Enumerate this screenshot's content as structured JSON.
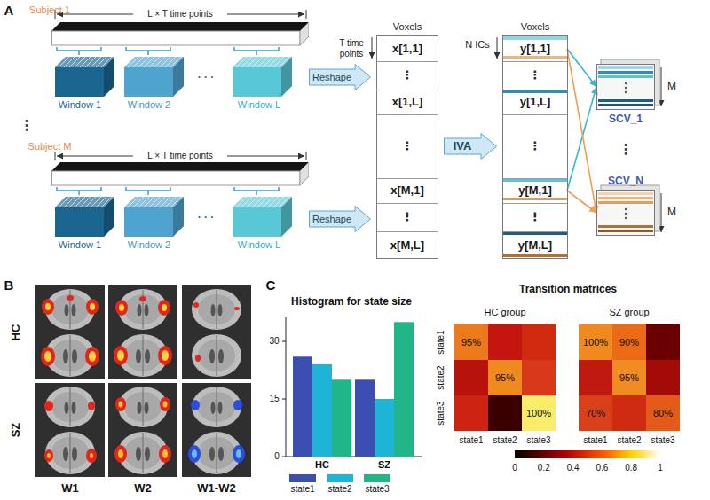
{
  "diagram": {
    "nodes": [
      {
        "text": [
          "Reshape"
        ]
      },
      {
        "text": [
          "Reshape"
        ]
      },
      {
        "text": [
          "Voxels"
        ]
      },
      {
        "text": [
          "x[1,1]"
        ],
        "in": 2
      },
      {
        "text": [
          "⋮"
        ],
        "in": 2
      },
      {
        "text": [
          "x[1,L]"
        ],
        "in": 2
      },
      {
        "text": [
          "⋮"
        ],
        "in": 2
      },
      {
        "text": [
          "x[M,1]"
        ],
        "in": 2
      },
      {
        "text": [
          "⋮"
        ],
        "in": 2
      },
      {
        "text": [
          "x[M,L]"
        ],
        "in": 2
      },
      {
        "text": [
          "IVA"
        ]
      },
      {
        "text": [
          "Voxels"
        ]
      },
      {
        "text": [
          "y[1,1]"
        ],
        "in": 11
      },
      {
        "text": [
          "⋮"
        ],
        "in": 11
      },
      {
        "text": [
          "y[1,L]"
        ],
        "in": 11
      },
      {
        "text": [
          "⋮"
        ],
        "in": 11
      },
      {
        "text": [
          "y[M,1]"
        ],
        "in": 11
      },
      {
        "text": [
          "⋮"
        ],
        "in": 11
      },
      {
        "text": [
          "y[M,L]"
        ],
        "in": 11
      },
      {
        "text": [
          "SCV_1"
        ]
      },
      {
        "text": [
          "SCV_N"
        ]
      }
    ],
    "edges": [
      {
        "from": 12,
        "to": 19,
        "arrow": "to"
      },
      {
        "from": 16,
        "to": 19,
        "arrow": "to"
      },
      {
        "from": 12,
        "to": 20,
        "arrow": "to"
      },
      {
        "from": 16,
        "to": 20,
        "arrow": "to"
      }
    ],
    "labels": [
      "A",
      "Subject 1",
      "L × T time points",
      "Window 1",
      "Window 2",
      "· · ·",
      "Window L",
      "⋮",
      "Subject M",
      "L × T time points",
      "Window 1",
      "Window 2",
      "· · ·",
      "Window L",
      "T time points",
      "N ICs",
      "M",
      "M",
      "⋮",
      "B",
      "HC",
      "SZ",
      "W1",
      "W2",
      "W1-W2",
      "C",
      "Histogram for state size",
      "30",
      "15",
      "0",
      "HC",
      "SZ",
      "Transition matrices",
      "HC group",
      "SZ group",
      "state1",
      "state2",
      "state3",
      "state1",
      "state2",
      "state3",
      "state1",
      "state2",
      "state3",
      "95%",
      "95%",
      "100%",
      "100%",
      "90%",
      "95%",
      "70%",
      "80%",
      "0",
      "0.2",
      "0.4",
      "0.6",
      "0.8",
      "1"
    ],
    "legend": [
      {
        "text": "state1",
        "color": "#3a4fb0"
      },
      {
        "text": "state2",
        "color": "#1db4d8"
      },
      {
        "text": "state3",
        "color": "#21b58a"
      }
    ]
  }
}
